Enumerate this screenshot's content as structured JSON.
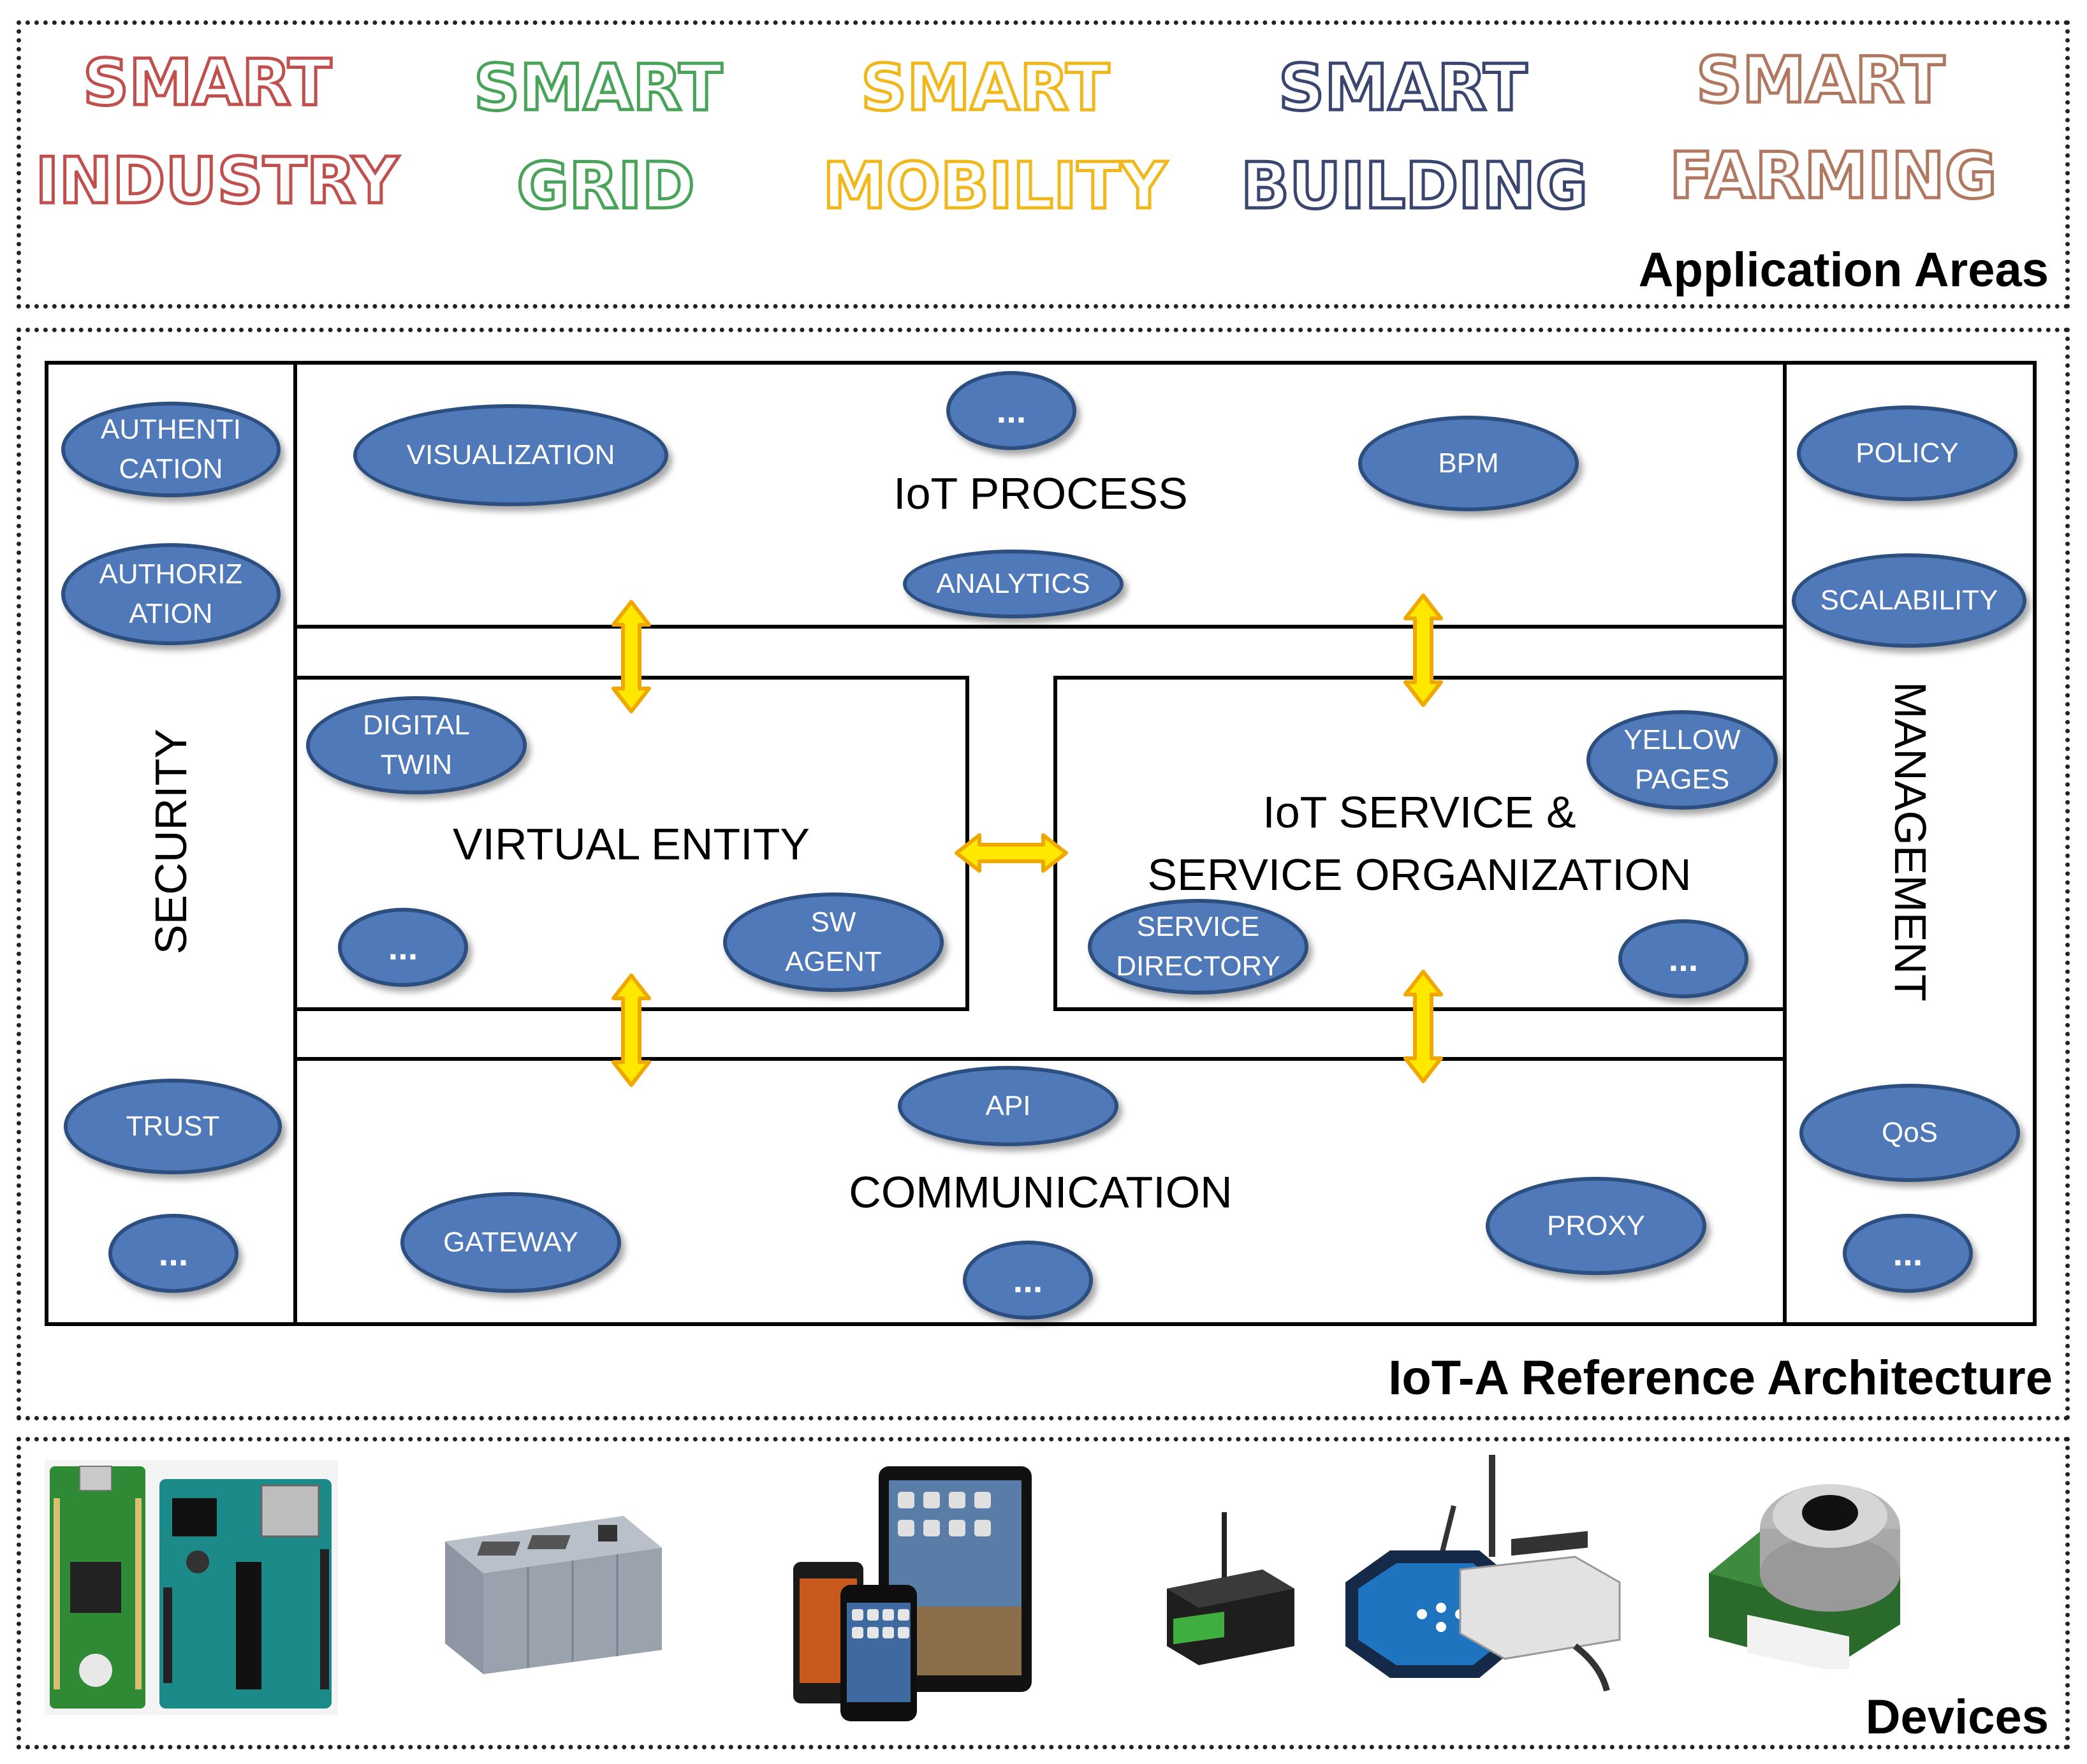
{
  "application_areas": {
    "label": "Application Areas",
    "items": [
      {
        "line1": "SMART",
        "line2": "INDUSTRY",
        "color": "#c0504d"
      },
      {
        "line1": "SMART",
        "line2": "GRID",
        "color": "#4aa35a"
      },
      {
        "line1": "SMART",
        "line2": "MOBILITY",
        "color": "#f0b81a"
      },
      {
        "line1": "SMART",
        "line2": "BUILDING",
        "color": "#3a4670"
      },
      {
        "line1": "SMART",
        "line2": "FARMING",
        "color": "#b07860"
      }
    ]
  },
  "architecture": {
    "label": "IoT-A Reference Architecture",
    "security": {
      "title": "SECURITY",
      "items": [
        "AUTHENTI\nCATION",
        "AUTHORIZ\nATION",
        "TRUST",
        "..."
      ]
    },
    "management": {
      "title": "MANAGEMENT",
      "items": [
        "POLICY",
        "SCALABILITY",
        "QoS",
        "..."
      ]
    },
    "iot_process": {
      "title": "IoT PROCESS",
      "items": [
        "...",
        "VISUALIZATION",
        "BPM",
        "ANALYTICS"
      ]
    },
    "virtual_entity": {
      "title": "VIRTUAL ENTITY",
      "items": [
        "DIGITAL\nTWIN",
        "...",
        "SW\nAGENT"
      ]
    },
    "iot_service": {
      "title_line1": "IoT SERVICE &",
      "title_line2": "SERVICE ORGANIZATION",
      "items": [
        "YELLOW\nPAGES",
        "SERVICE\nDIRECTORY",
        "..."
      ]
    },
    "communication": {
      "title": "COMMUNICATION",
      "items": [
        "API",
        "GATEWAY",
        "PROXY",
        "..."
      ]
    },
    "colors": {
      "ellipse_fill": "#4f79b9",
      "ellipse_border": "#2c4f80",
      "arrow_fill": "#ffe800",
      "arrow_stroke": "#f0a800"
    }
  },
  "devices": {
    "label": "Devices",
    "items": [
      "microcontroller-boards",
      "plc-module",
      "mobile-devices",
      "wireless-sensors",
      "infrared-sensor"
    ]
  }
}
